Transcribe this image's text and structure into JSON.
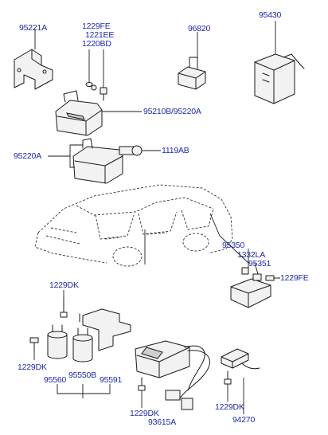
{
  "labels": {
    "p95221A": "95221A",
    "p1229FE_top": "1229FE",
    "p1221EE": "1221EE",
    "p1220BD": "1220BD",
    "p96820": "96820",
    "p95430": "95430",
    "p95210B_95220A": "95210B/95220A",
    "p95220A": "95220A",
    "p1119AB": "1119AB",
    "p95350": "95350",
    "p1332LA": "1332LA",
    "p95351": "95351",
    "p1229FE_mid": "1229FE",
    "p1229DK_top": "1229DK",
    "p1229DK_left": "1229DK",
    "p95560": "95560",
    "p95550B": "95550B",
    "p95591": "95591",
    "p1229DK_bottom": "1229DK",
    "p93615A": "93615A",
    "p1229DK_right": "1229DK",
    "p94270": "94270"
  }
}
